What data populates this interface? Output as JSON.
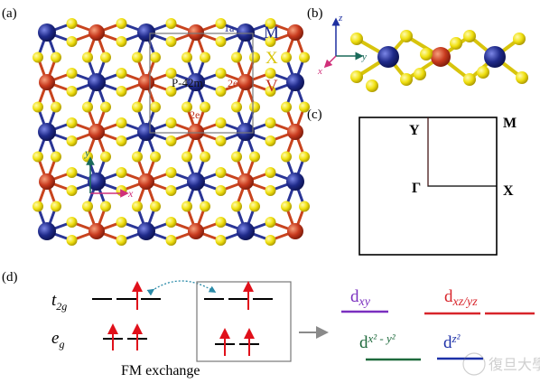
{
  "panels": {
    "a": {
      "label": "(a)",
      "space_group": "P-42m",
      "wyckoff_1a": "1a",
      "wyckoff_2e_a": "2e",
      "wyckoff_2e_b": "2e",
      "legend": [
        {
          "text": "M",
          "color": "#1f2a8a"
        },
        {
          "text": "X",
          "color": "#d8c40c"
        },
        {
          "text": "V",
          "color": "#c0301c"
        }
      ],
      "axis_x": "x",
      "axis_y": "y"
    },
    "b": {
      "label": "(b)",
      "axis_x": "x",
      "axis_y": "y",
      "axis_z": "z"
    },
    "c": {
      "label": "(c)",
      "kpoints": [
        {
          "text": "Y"
        },
        {
          "text": "M"
        },
        {
          "text": "Γ"
        },
        {
          "text": "X"
        }
      ]
    },
    "d": {
      "label": "(d)",
      "t2g_main": "t",
      "t2g_sub": "2g",
      "eg_main": "e",
      "eg_sub": "g",
      "caption": "FM exchange",
      "orbitals": [
        {
          "main": "d",
          "sub": "xy",
          "color": "#7a2fbf"
        },
        {
          "main": "d",
          "sub": "xz/yz",
          "color": "#d8252b"
        },
        {
          "main": "d",
          "sub": "x² - y²",
          "color": "#1e6a3c"
        },
        {
          "main": "d",
          "sub": "z²",
          "color": "#1d31a8"
        }
      ]
    }
  },
  "colors": {
    "M_atom": "#1f2a8a",
    "X_atom": "#f0e010",
    "V_atom": "#c83a1e",
    "spin_arrow": "#e0101a",
    "axis_x": "#d0307a",
    "axis_y": "#1a6a5a",
    "axis_z": "#1d2fa0"
  },
  "watermark": {
    "text": "復旦大學"
  }
}
